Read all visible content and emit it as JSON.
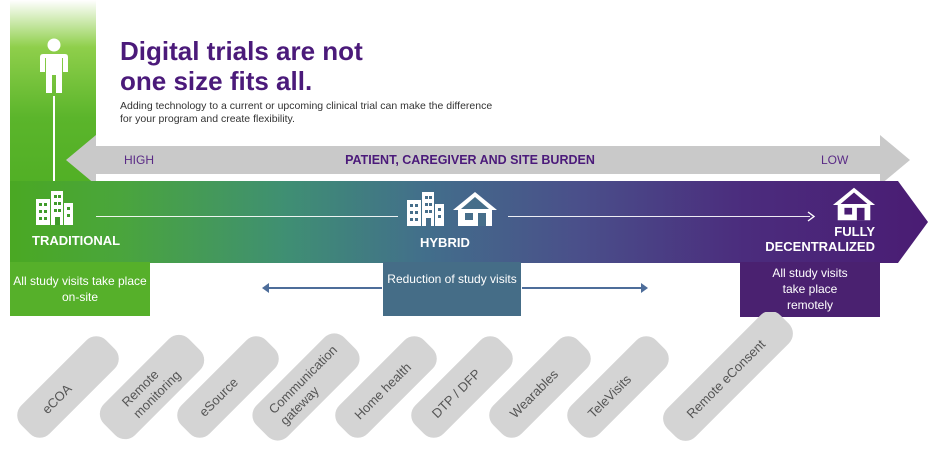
{
  "title": {
    "line1": "Digital trials are not",
    "line2": "one size fits all."
  },
  "subtitle": "Adding technology to a current or upcoming clinical trial can make the difference for your program and create flexibility.",
  "burden_arrow": {
    "high": "HIGH",
    "center": "PATIENT, CAREGIVER AND SITE BURDEN",
    "low": "LOW"
  },
  "models": {
    "traditional": {
      "label": "TRADITIONAL",
      "description": "All study visits take place on-site"
    },
    "hybrid": {
      "label": "HYBRID",
      "description": "Reduction of study visits"
    },
    "fully": {
      "label_line1": "FULLY",
      "label_line2": "DECENTRALIZED",
      "description_line1": "All study visits",
      "description_line2": "take place",
      "description_line3": "remotely"
    }
  },
  "technologies": [
    {
      "line1": "eCOA"
    },
    {
      "line1": "Remote",
      "line2": "monitoring"
    },
    {
      "line1": "eSource"
    },
    {
      "line1": "Communication",
      "line2": "gateway"
    },
    {
      "line1": "Home health"
    },
    {
      "line1": "DTP / DFP"
    },
    {
      "line1": "Wearables"
    },
    {
      "line1": "TeleVisits"
    },
    {
      "line1": "Remote eConsent"
    }
  ],
  "colors": {
    "traditional_green": "#56b02a",
    "hybrid_blue": "#456d87",
    "decentralized_purple": "#4a2170",
    "title_purple": "#4b1a7a",
    "tag_grey": "#d4d4d4"
  },
  "icons": [
    "person-icon",
    "buildings-icon",
    "house-icon"
  ]
}
